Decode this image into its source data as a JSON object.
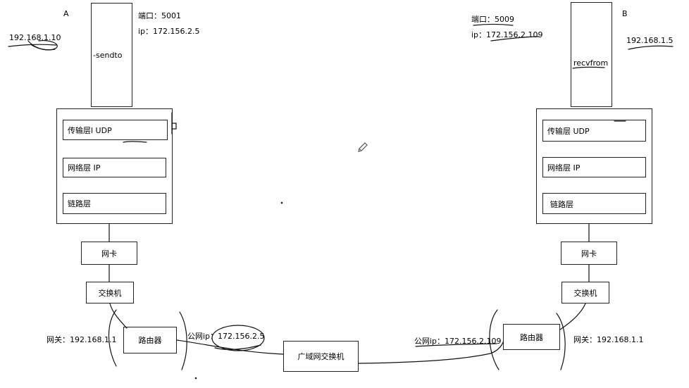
{
  "host_a": {
    "name": "A",
    "local_ip": "192.168.1.10",
    "port_label": "端口：5001",
    "ip_label": "ip：172.156.2.5",
    "app_label": "-sendto",
    "layers": {
      "transport": "传输层l   UDP",
      "network": "网络层      IP",
      "link": "链路层"
    },
    "nic": "网卡",
    "switch": "交换机",
    "router": "路由器",
    "gateway": "网关：192.168.1.1",
    "public_ip": "公网ip：172.156.2.5"
  },
  "host_b": {
    "name": "B",
    "local_ip": "192.168.1.5",
    "port_label": "端口：5009",
    "ip_label": "ip：172.156.2.109",
    "app_label": "recvfrom",
    "layers": {
      "transport": "传输层    UDP",
      "network": "网络层      IP",
      "link": "链路层"
    },
    "nic": "网卡",
    "switch": "交换机",
    "router": "路由器",
    "gateway": "网关：192.168.1.1",
    "public_ip": "公网ip：172.156.2.109"
  },
  "wan_switch": "广域网交换机",
  "icons": {
    "pencil": "pencil-icon"
  }
}
